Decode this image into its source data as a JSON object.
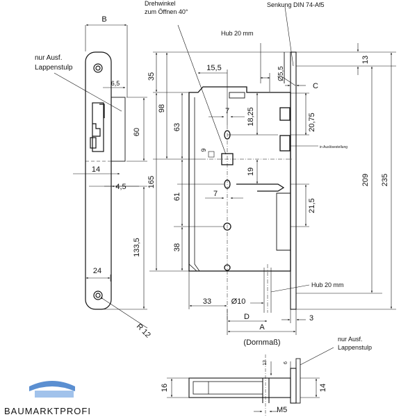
{
  "callouts": {
    "lappenstulp_left": "nur Ausf. Lappenstulp",
    "drehwinkel": "Drehwinkel zum Öffnen 40°",
    "senkung": "Senkung DIN 74-Af5",
    "hub_top": "Hub 20 mm",
    "hub_bottom": "Hub 20 mm",
    "in_ausloesestellung": "in Auslösestellung",
    "lappenstulp_bottom": "nur Ausf. Lappenstulp",
    "dornmass": "(Dornmaß)"
  },
  "dimensions": {
    "B": "B",
    "d6_5_left": "6,5",
    "d60": "60",
    "d14_left": "14",
    "d4_5": "4,5",
    "d24": "24",
    "R12": "R 12",
    "d133_5": "133,5",
    "d165": "165",
    "d98": "98",
    "d35": "35",
    "d63": "63",
    "d61": "61",
    "d38": "38",
    "d15_5": "15,5",
    "d7_top": "7",
    "d7_mid": "7",
    "d9": "9",
    "d18_25": "18,25",
    "d19": "19",
    "d20_75": "20,75",
    "d21_5": "21,5",
    "d5_5": "Ø5,5",
    "C": "C",
    "d13_top": "13",
    "d209": "209",
    "d235": "235",
    "d33": "33",
    "d10": "Ø10",
    "D": "D",
    "A": "A",
    "d3": "3",
    "d16": "16",
    "d14_bottom": "14",
    "M5": "M5",
    "d13_small": "13",
    "d6_small": "6"
  },
  "logo": {
    "text": "BAUMARKTPROFI"
  }
}
